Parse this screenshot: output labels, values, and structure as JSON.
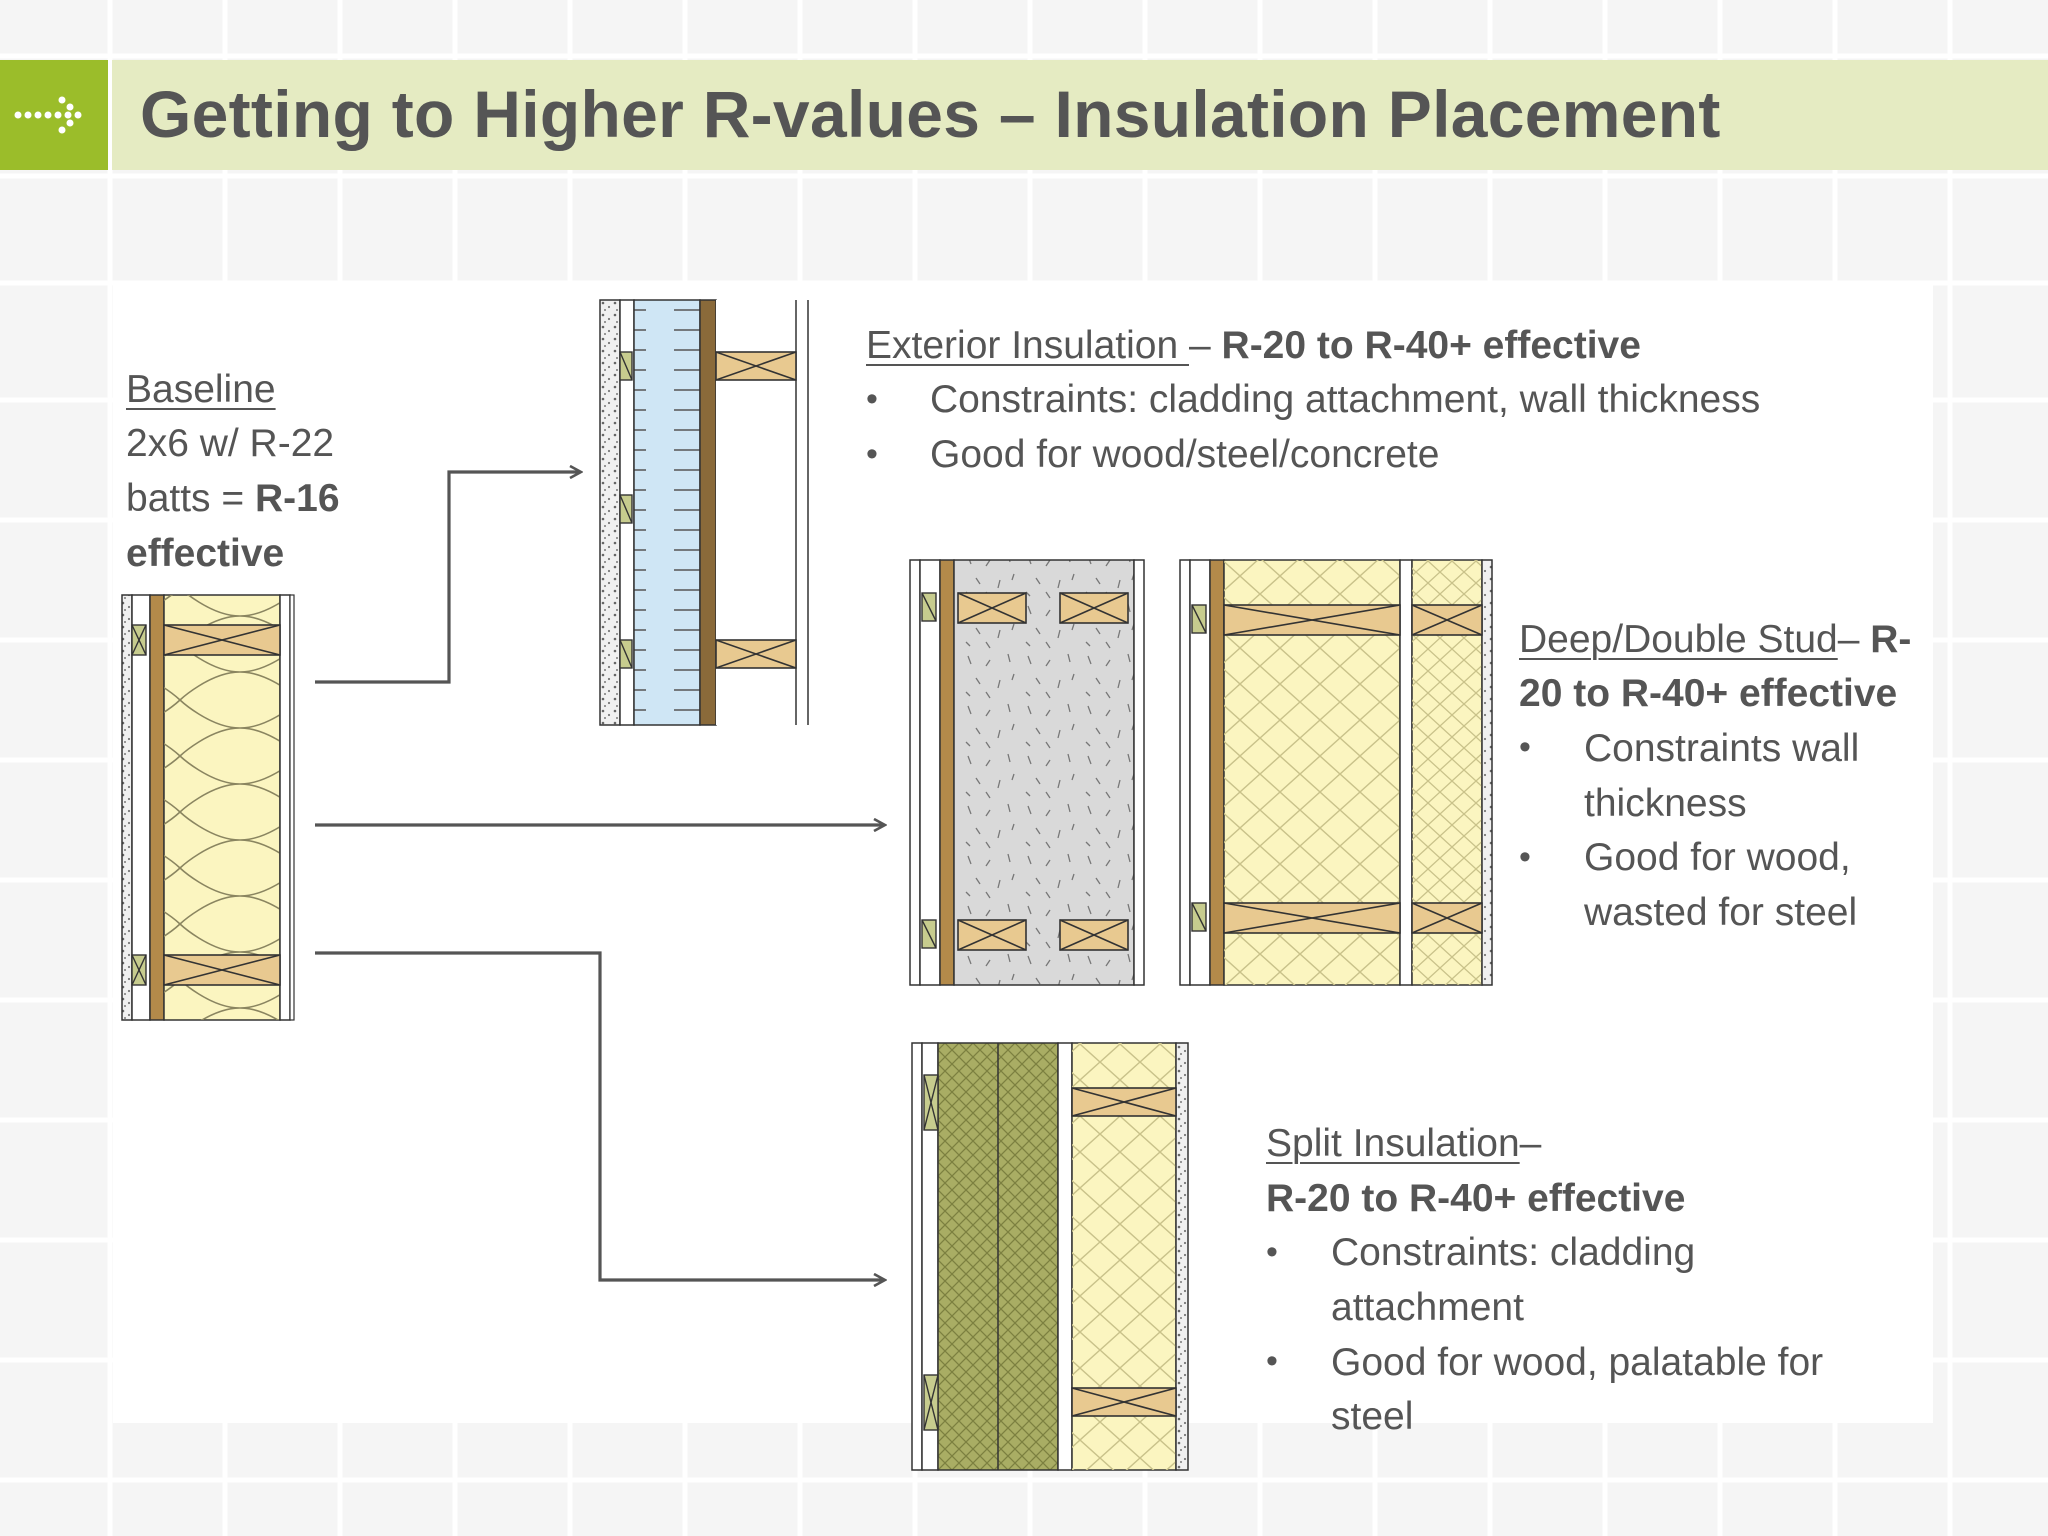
{
  "header": {
    "title": "Getting to Higher R-values – Insulation Placement",
    "icon": "dotted-arrow-right-icon",
    "accent_color": "#9bbd2a",
    "bar_color": "#e5ebc2"
  },
  "baseline": {
    "heading": "Baseline",
    "line2": "2x6 w/ R-22",
    "line3_plain": "batts = ",
    "line3_bold": "R-16",
    "line4_bold": "effective"
  },
  "exterior": {
    "heading": "Exterior Insulation ",
    "dash": "– ",
    "rating": "R-20 to R-40+ effective",
    "bullets": [
      "Constraints: cladding attachment, wall thickness",
      "Good for wood/steel/concrete"
    ]
  },
  "deep": {
    "heading": "Deep/Double Stud",
    "dash": "– ",
    "rating_a": "R-",
    "rating_b": "20 to R-40+ effective",
    "bullet1_a": "Constraints wall",
    "bullet1_b": "thickness",
    "bullet2_a": "Good for wood,",
    "bullet2_b": "wasted for steel"
  },
  "split": {
    "heading": "Split Insulation",
    "dash": "–",
    "rating": "R-20 to R-40+ effective",
    "bullet1_a": "Constraints: cladding",
    "bullet1_b": "attachment",
    "bullet2_a": "Good for wood, palatable for",
    "bullet2_b": "steel"
  },
  "bullet_char": "•",
  "colors": {
    "batt_insulation": "#fbf5c0",
    "wood": "#e8c990",
    "rigid_insulation": "#cfe6f5",
    "spray_foam": "#d8d8d8",
    "mineral_wool": "#a9ad64",
    "arrow": "#555555"
  }
}
